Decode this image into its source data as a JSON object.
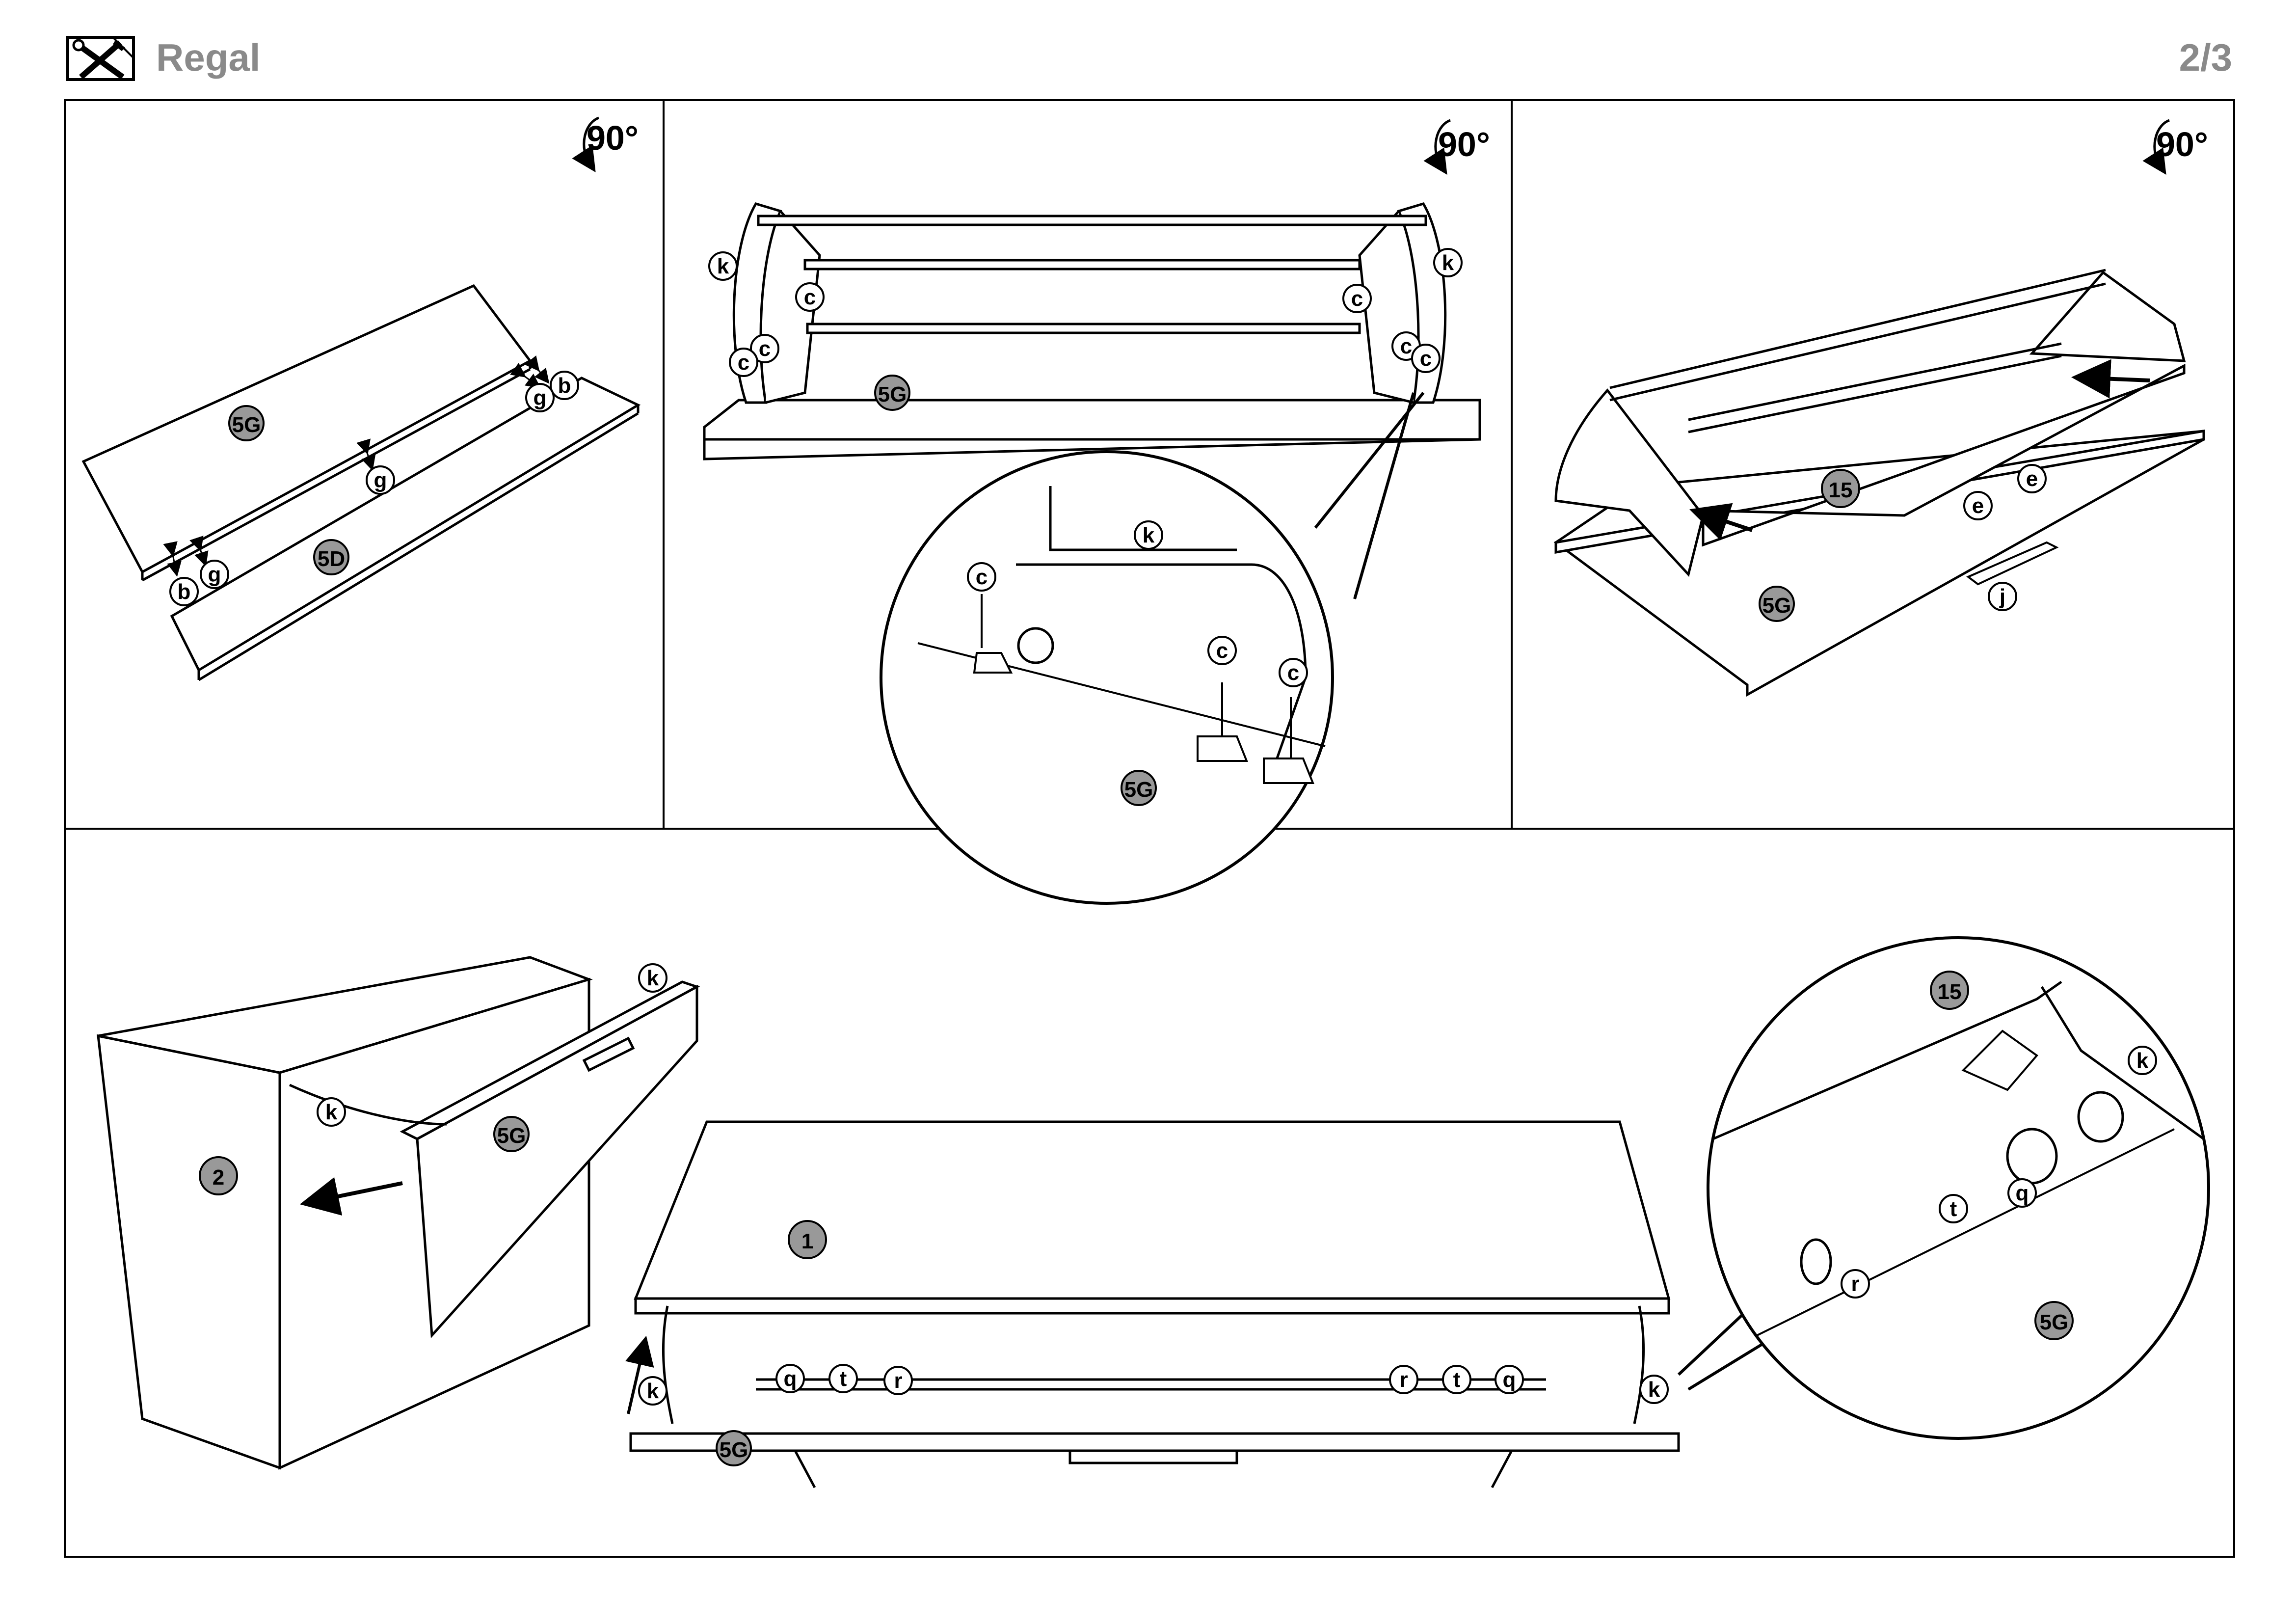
{
  "header": {
    "title": "Regal",
    "page": "2/3",
    "icon": "tools-icon"
  },
  "rotation_label": "90°",
  "parts": {
    "b": "b",
    "c": "c",
    "e": "e",
    "g": "g",
    "j": "j",
    "k": "k",
    "q": "q",
    "r": "r",
    "t": "t",
    "p1": "1",
    "p2": "2",
    "p15": "15",
    "p5G": "5G",
    "p5D": "5D"
  }
}
